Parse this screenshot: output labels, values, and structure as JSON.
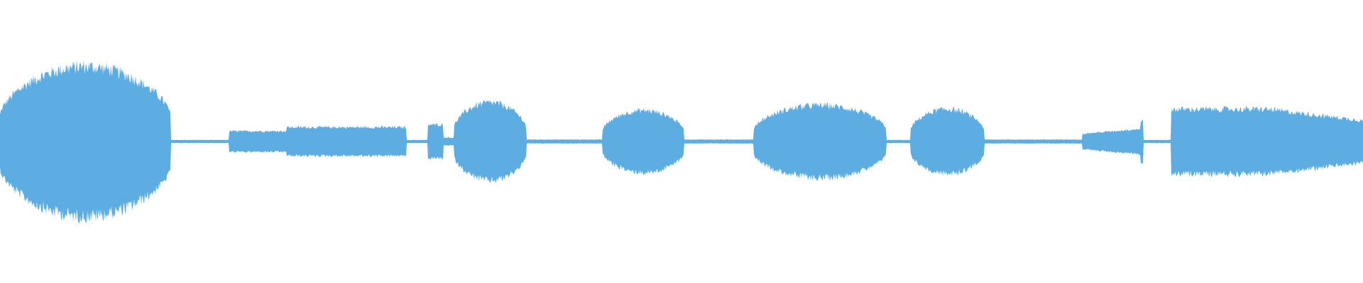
{
  "waveform": {
    "color": "#5dade2",
    "background": "#ffffff",
    "duration": 1.0,
    "segments": [
      {
        "start": 0.0,
        "end": 0.125,
        "amplitude": 0.58,
        "shape": "dome"
      },
      {
        "start": 0.125,
        "end": 0.168,
        "amplitude": 0.012,
        "shape": "flat"
      },
      {
        "start": 0.168,
        "end": 0.21,
        "amplitude": 0.08,
        "shape": "flat"
      },
      {
        "start": 0.21,
        "end": 0.298,
        "amplitude": 0.11,
        "shape": "flat"
      },
      {
        "start": 0.298,
        "end": 0.314,
        "amplitude": 0.012,
        "shape": "flat"
      },
      {
        "start": 0.314,
        "end": 0.325,
        "amplitude": 0.13,
        "shape": "flat"
      },
      {
        "start": 0.325,
        "end": 0.333,
        "amplitude": 0.03,
        "shape": "flat"
      },
      {
        "start": 0.333,
        "end": 0.386,
        "amplitude": 0.3,
        "shape": "dome"
      },
      {
        "start": 0.386,
        "end": 0.442,
        "amplitude": 0.015,
        "shape": "flat"
      },
      {
        "start": 0.442,
        "end": 0.502,
        "amplitude": 0.24,
        "shape": "dome"
      },
      {
        "start": 0.502,
        "end": 0.553,
        "amplitude": 0.015,
        "shape": "flat"
      },
      {
        "start": 0.553,
        "end": 0.65,
        "amplitude": 0.28,
        "shape": "dome"
      },
      {
        "start": 0.65,
        "end": 0.668,
        "amplitude": 0.012,
        "shape": "flat"
      },
      {
        "start": 0.668,
        "end": 0.722,
        "amplitude": 0.25,
        "shape": "dome"
      },
      {
        "start": 0.722,
        "end": 0.794,
        "amplitude": 0.015,
        "shape": "flat"
      },
      {
        "start": 0.794,
        "end": 0.839,
        "amplitude": 0.1,
        "shape": "ramp-up"
      },
      {
        "start": 0.839,
        "end": 0.859,
        "amplitude": 0.012,
        "shape": "flat"
      },
      {
        "start": 0.859,
        "end": 1.0,
        "amplitude": 0.25,
        "shape": "plateau-decay"
      }
    ],
    "ylim": [
      -1,
      1
    ]
  }
}
